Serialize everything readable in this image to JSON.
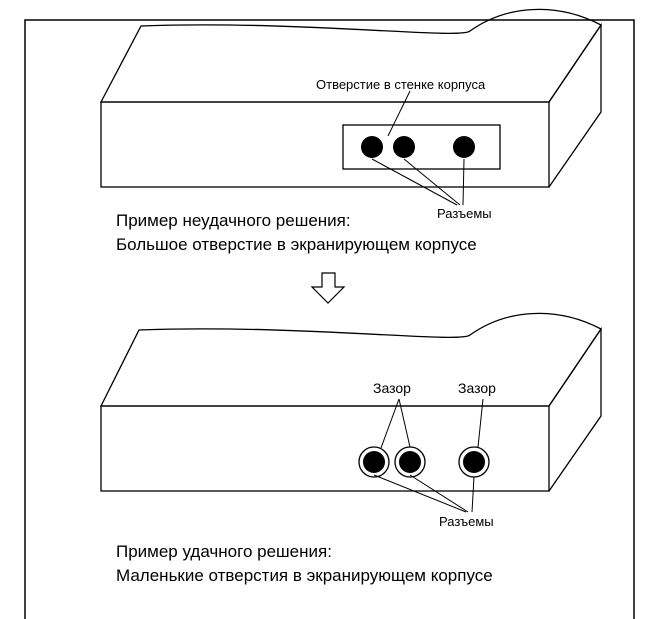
{
  "top_panel": {
    "opening_label": "Отверстие в стенке корпуса",
    "connectors_label": "Разъемы",
    "caption_line1": "Пример неудачного решения:",
    "caption_line2": "Большое отверстие в экранирующем корпусе"
  },
  "arrow": {
    "direction": "down"
  },
  "bottom_panel": {
    "gap_label_left": "Зазор",
    "gap_label_right": "Зазор",
    "connectors_label": "Разъемы",
    "caption_line1": "Пример удачного решения:",
    "caption_line2": "Маленькие отверстия в экранирующем корпусе"
  },
  "colors": {
    "line": "#000000",
    "background": "#ffffff"
  }
}
